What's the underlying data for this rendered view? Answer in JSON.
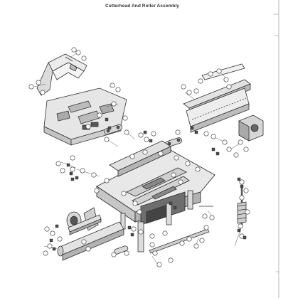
{
  "page": {
    "title": "Cutterhead And Roller Assembly"
  },
  "diagram": {
    "type": "exploded-parts-diagram",
    "callout_shape": "circle",
    "line_color": "#3a3a3a",
    "fill_light": "#e8e8e8",
    "fill_mid": "#bdbdbd",
    "fill_dark": "#5a5a5a"
  }
}
